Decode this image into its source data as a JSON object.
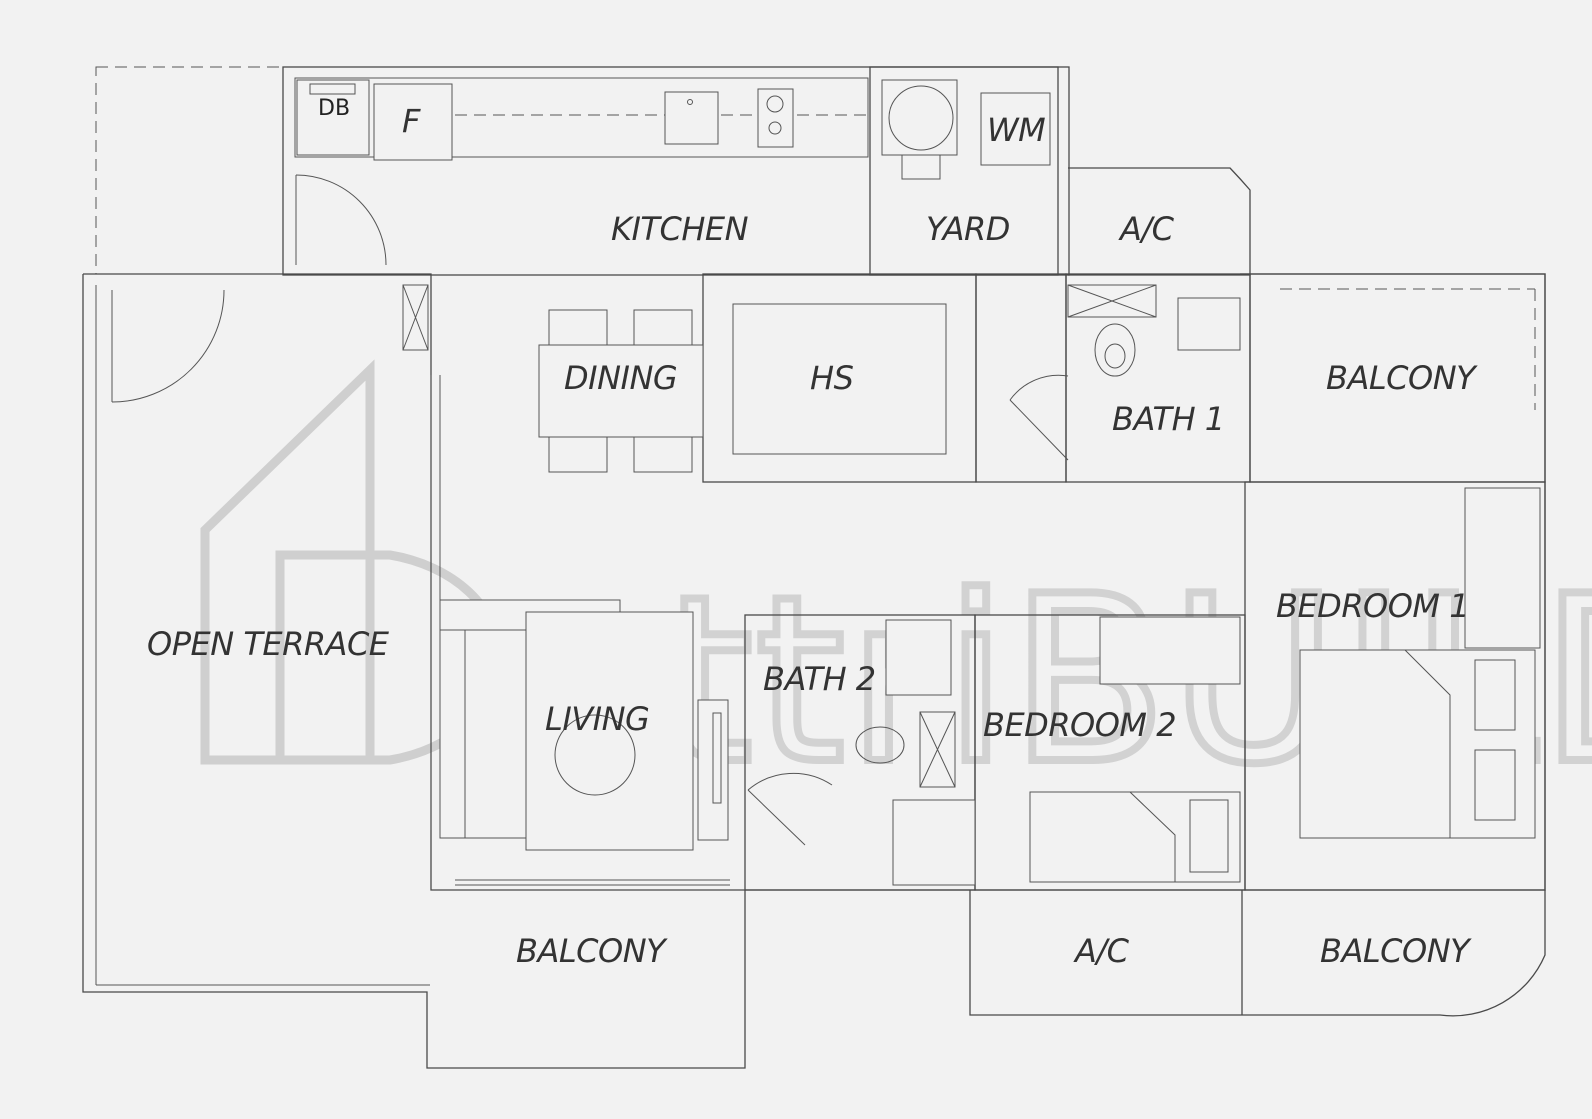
{
  "rooms": {
    "kitchen": "KITCHEN",
    "yard": "YARD",
    "ac_top": "A/C",
    "dining": "DINING",
    "hs": "HS",
    "bath1": "BATH 1",
    "balcony_top": "BALCONY",
    "open_terrace": "OPEN TERRACE",
    "living": "LIVING",
    "bath2": "BATH 2",
    "bedroom2": "BEDROOM 2",
    "bedroom1": "BEDROOM 1",
    "balcony_bottom_left": "BALCONY",
    "ac_bottom": "A/C",
    "balcony_bottom_right": "BALCONY"
  },
  "appliances": {
    "db": "DB",
    "fridge": "F",
    "washer": "WM"
  },
  "watermark": {
    "text": "attriBUILD"
  }
}
